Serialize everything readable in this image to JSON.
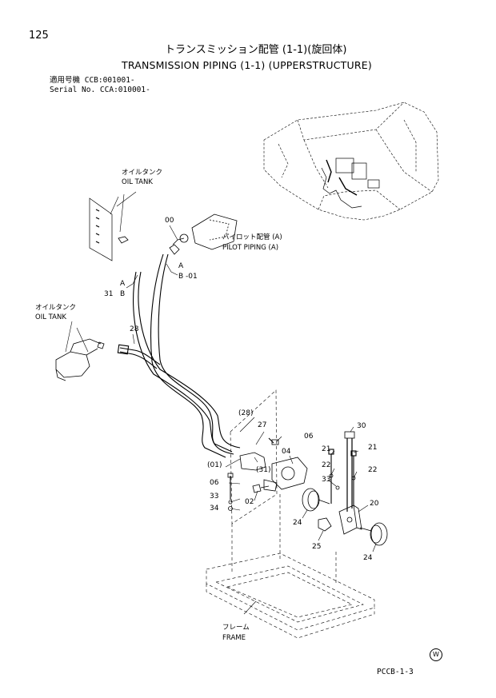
{
  "header": {
    "page_number": "125",
    "title_jp": "トランスミッション配管 (1-1)(旋回体)",
    "title_en": "TRANSMISSION PIPING (1-1) (UPPERSTRUCTURE)",
    "serial_line_1": "適用号機  CCB:001001-",
    "serial_line_2": "Serial No. CCA:010001-"
  },
  "labels": {
    "oil_tank_top_jp": "オイルタンク",
    "oil_tank_top_en": "OIL TANK",
    "oil_tank_left_jp": "オイルタンク",
    "oil_tank_left_en": "OIL TANK",
    "pilot_piping_jp": "パイロット配管 (A)",
    "pilot_piping_en": "PILOT PIPING (A)",
    "frame_jp": "フレーム",
    "frame_en": "FRAME"
  },
  "callouts": {
    "p00": "00",
    "pA1": "A",
    "pB1": "B",
    "p01": "-01",
    "pA2": "A",
    "pB2": "B",
    "p31": "31",
    "p28": "28",
    "p28b": "(28)",
    "p27": "27",
    "p06a": "06",
    "p04": "04",
    "p01b": "(01)",
    "p31b": "(31)",
    "p06b": "06",
    "p02": "02",
    "p33a": "33",
    "p34": "34",
    "p30": "30",
    "p21a": "21",
    "p21b": "21",
    "p22a": "22",
    "p22b": "22",
    "p33b": "33",
    "p20": "20",
    "p24a": "24",
    "p25": "25",
    "p24b": "24"
  },
  "footer": {
    "w_mark": "W",
    "page_code": "PCCB-1-3"
  }
}
